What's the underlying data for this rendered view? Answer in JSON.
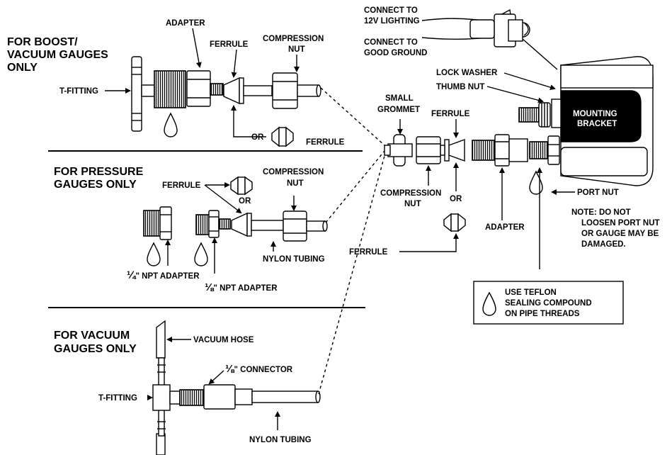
{
  "sections": {
    "boost": {
      "line1": "FOR BOOST/",
      "line2": "VACUUM GAUGES",
      "line3": "ONLY"
    },
    "pressure": {
      "line1": "FOR PRESSURE",
      "line2": "GAUGES ONLY"
    },
    "vacuum": {
      "line1": "FOR VACUUM",
      "line2": "GAUGES ONLY"
    }
  },
  "labels": {
    "adapter_top": "ADAPTER",
    "ferrule_top": "FERRULE",
    "compression_top_1": "COMPRESSION",
    "compression_top_2": "NUT",
    "tfitting_top": "T-FITTING",
    "or_top": "OR",
    "ferrule_alt_top": "FERRULE",
    "ferrule_mid": "FERRULE",
    "or_mid": "OR",
    "compression_mid_1": "COMPRESSION",
    "compression_mid_2": "NUT",
    "nylon_mid": "NYLON  TUBING",
    "npt14_frac": "¼",
    "npt14": "\" NPT ADAPTER",
    "npt18_frac": "⅛",
    "npt18": "\" NPT ADAPTER",
    "vacuum_hose": "VACUUM HOSE",
    "tfitting_bottom": "T-FITTING",
    "connector_frac": "⅛",
    "connector": "\"  CONNECTOR",
    "nylon_bottom": "NYLON  TUBING",
    "connect_12v_1": "CONNECT TO",
    "connect_12v_2": "12V LIGHTING",
    "connect_gnd_1": "CONNECT TO",
    "connect_gnd_2": "GOOD GROUND",
    "lock_washer": "LOCK WASHER",
    "thumb_nut": "THUMB NUT",
    "small_grommet_1": "SMALL",
    "small_grommet_2": "GROMMET",
    "ferrule_right": "FERRULE",
    "compression_right_1": "COMPRESSION",
    "compression_right_2": "NUT",
    "or_right": "OR",
    "ferrule_right_alt": "FERRULE",
    "adapter_right": "ADAPTER",
    "mounting_1": "MOUNTING",
    "mounting_2": "BRACKET",
    "port_nut": "PORT NUT",
    "note_1": "NOTE:  DO NOT",
    "note_2": "LOOSEN PORT NUT",
    "note_3": "OR GAUGE MAY BE",
    "note_4": "DAMAGED.",
    "teflon_1": "USE TEFLON",
    "teflon_2": "SEALING COMPOUND",
    "teflon_3": "ON PIPE THREADS"
  },
  "colors": {
    "ink": "#000000",
    "paper": "#ffffff"
  }
}
